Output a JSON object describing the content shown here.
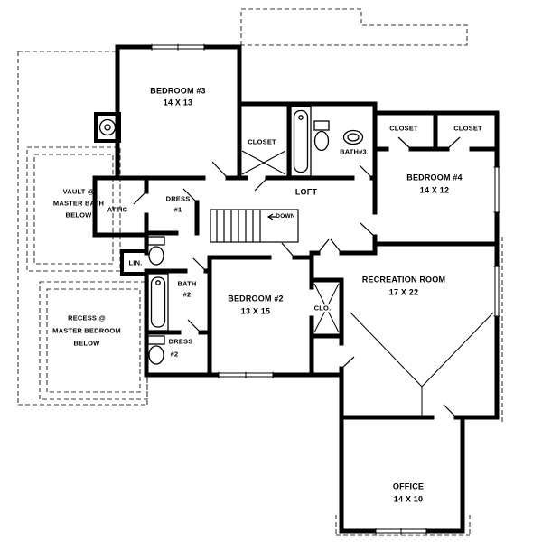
{
  "plan": {
    "rooms": {
      "bedroom3": {
        "name": "BEDROOM #3",
        "dims": "14 X 13"
      },
      "closet_mid": {
        "name": "CLOSET"
      },
      "bath3": {
        "name": "BATH#3"
      },
      "closet_a": {
        "name": "CLOSET"
      },
      "closet_b": {
        "name": "CLOSET"
      },
      "bedroom4": {
        "name": "BEDROOM #4",
        "dims": "14 X 12"
      },
      "loft": {
        "name": "LOFT"
      },
      "attic": {
        "name": "ATTIC"
      },
      "dress1": {
        "line1": "DRESS",
        "line2": "#1"
      },
      "lin": {
        "name": "LIN."
      },
      "bath2": {
        "line1": "BATH",
        "line2": "#2"
      },
      "bedroom2": {
        "name": "BEDROOM #2",
        "dims": "13 X 15"
      },
      "clo": {
        "name": "CLO."
      },
      "recreation": {
        "name": "RECREATION ROOM",
        "dims": "17 X 22"
      },
      "dress2": {
        "line1": "DRESS",
        "line2": "#2"
      },
      "office": {
        "name": "OFFICE",
        "dims": "14 X 10"
      }
    },
    "stairs": {
      "down_label": "DOWN"
    },
    "notes": {
      "vault": {
        "line1": "VAULT @",
        "line2": "MASTER BATH",
        "line3": "BELOW"
      },
      "recess": {
        "line1": "RECESS @",
        "line2": "MASTER BEDROOM",
        "line3": "BELOW"
      }
    },
    "colors": {
      "wall": "#000000",
      "background": "#ffffff",
      "dashed_outline": "#3a3a3a"
    }
  }
}
